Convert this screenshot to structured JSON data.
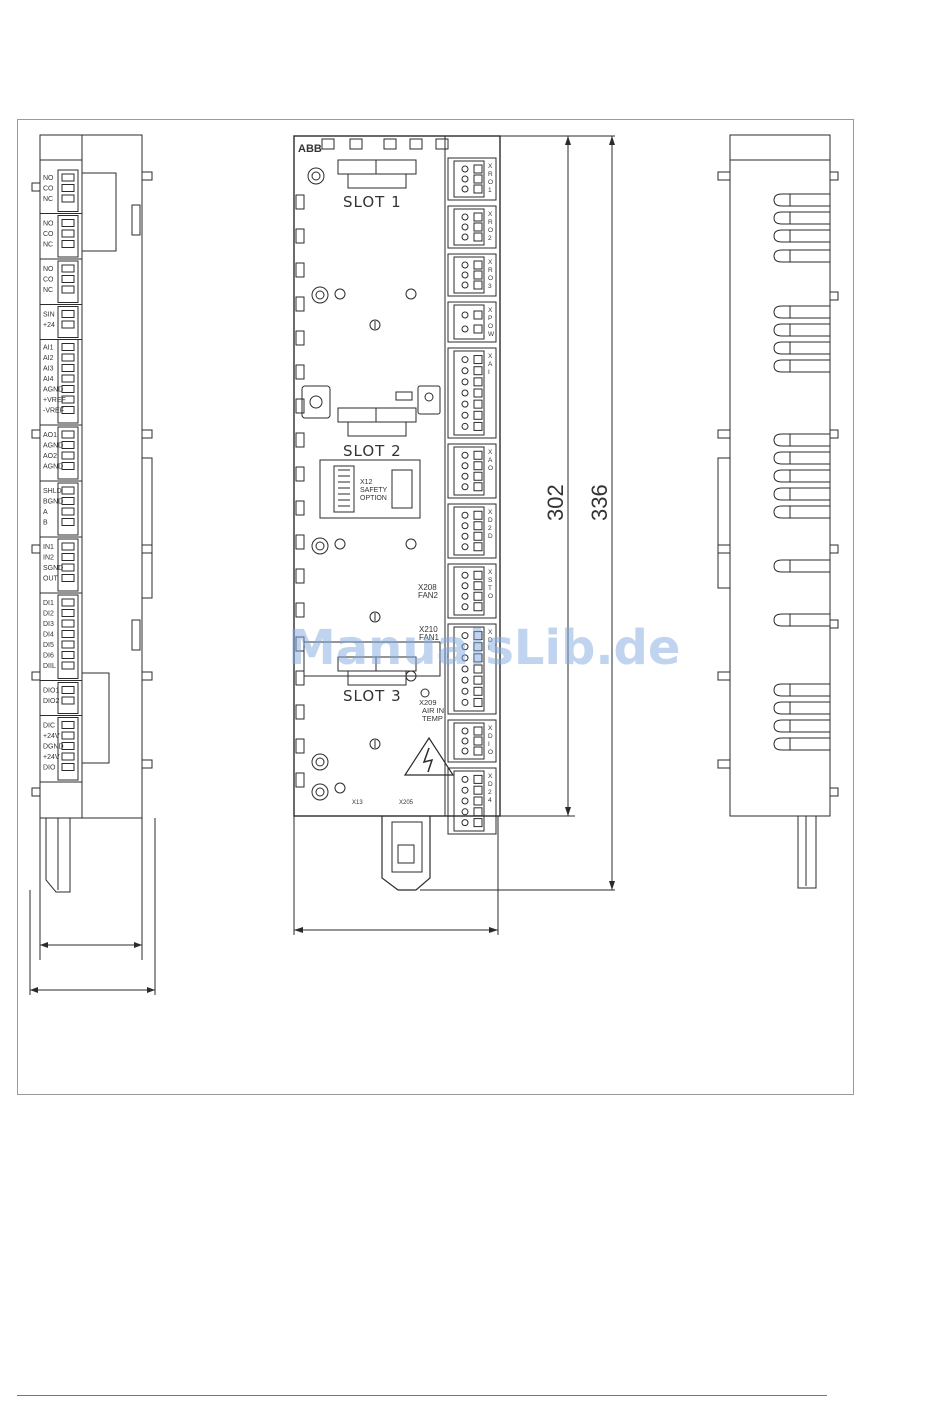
{
  "board": {
    "logo": "ABB",
    "slot_labels": [
      "SLOT 1",
      "SLOT 2",
      "SLOT 3"
    ],
    "safety_option": {
      "connector": "X12",
      "line1": "SAFETY",
      "line2": "OPTION"
    },
    "fan_connectors": [
      {
        "id": "X208",
        "name": "FAN2"
      },
      {
        "id": "X210",
        "name": "FAN1"
      }
    ],
    "temp_connector": {
      "id": "X209",
      "line1": "AIR IN",
      "line2": "TEMP"
    },
    "bottom_labels": [
      "X13",
      "X205"
    ],
    "right_connectors": [
      {
        "label": "XRO1",
        "pins": 3
      },
      {
        "label": "XRO2",
        "pins": 3
      },
      {
        "label": "XRO3",
        "pins": 3
      },
      {
        "label": "XPOW",
        "pins": 2
      },
      {
        "label": "XAI",
        "pins": 7
      },
      {
        "label": "XAO",
        "pins": 4
      },
      {
        "label": "XD2D",
        "pins": 4
      },
      {
        "label": "XSTO",
        "pins": 4
      },
      {
        "label": "XDI",
        "pins": 7
      },
      {
        "label": "XDIO",
        "pins": 3
      },
      {
        "label": "XD24",
        "pins": 5
      }
    ]
  },
  "left_side_view": {
    "groups": [
      [
        "NO",
        "CO",
        "NC"
      ],
      [
        "NO",
        "CO",
        "NC"
      ],
      [
        "NO",
        "CO",
        "NC"
      ],
      [
        "SIN",
        "+24"
      ],
      [
        "AI1",
        "AI2",
        "AI3",
        "AI4",
        "AGND",
        "+VREF",
        "-VREF"
      ],
      [
        "AO1",
        "AGND",
        "AO2",
        "AGND"
      ],
      [
        "SHLD",
        "BGND",
        "A",
        "B"
      ],
      [
        "IN1",
        "IN2",
        "SGND",
        "OUT"
      ],
      [
        "DI1",
        "DI2",
        "DI3",
        "DI4",
        "DI5",
        "DI6",
        "DIIL"
      ],
      [
        "DIO1",
        "DIO2"
      ],
      [
        "DIC",
        "+24V",
        "DGND",
        "+24V",
        "DIO"
      ]
    ]
  },
  "dimensions": {
    "inner_height": "302",
    "overall_height": "336"
  },
  "watermark": "ManualsLib.de",
  "colors": {
    "line": "#2b2b2b",
    "frame": "#9a9a9a",
    "watermark": "#82aae1"
  }
}
